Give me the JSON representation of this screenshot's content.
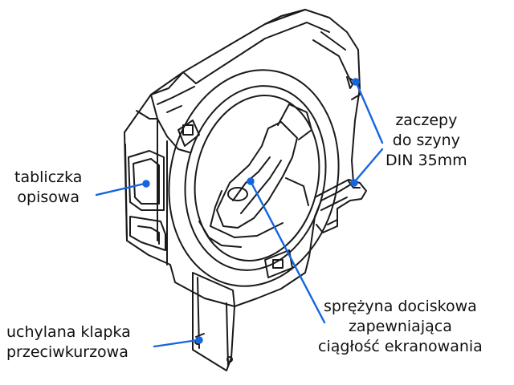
{
  "colors": {
    "line": "#1a1a1a",
    "callout": "#1565e0",
    "text": "#111111",
    "background": "#ffffff"
  },
  "callouts": {
    "nameplate": {
      "lines": [
        "tabliczka",
        "opisowa"
      ]
    },
    "din_hooks": {
      "lines": [
        "zaczepy",
        "do szyny",
        "DIN 35mm"
      ]
    },
    "spring": {
      "lines": [
        "sprężyna dociskowa",
        "zapewniająca",
        "ciągłość ekranowania"
      ]
    },
    "dust_flap": {
      "lines": [
        "uchylana klapka",
        "przeciwkurzowa"
      ]
    }
  }
}
